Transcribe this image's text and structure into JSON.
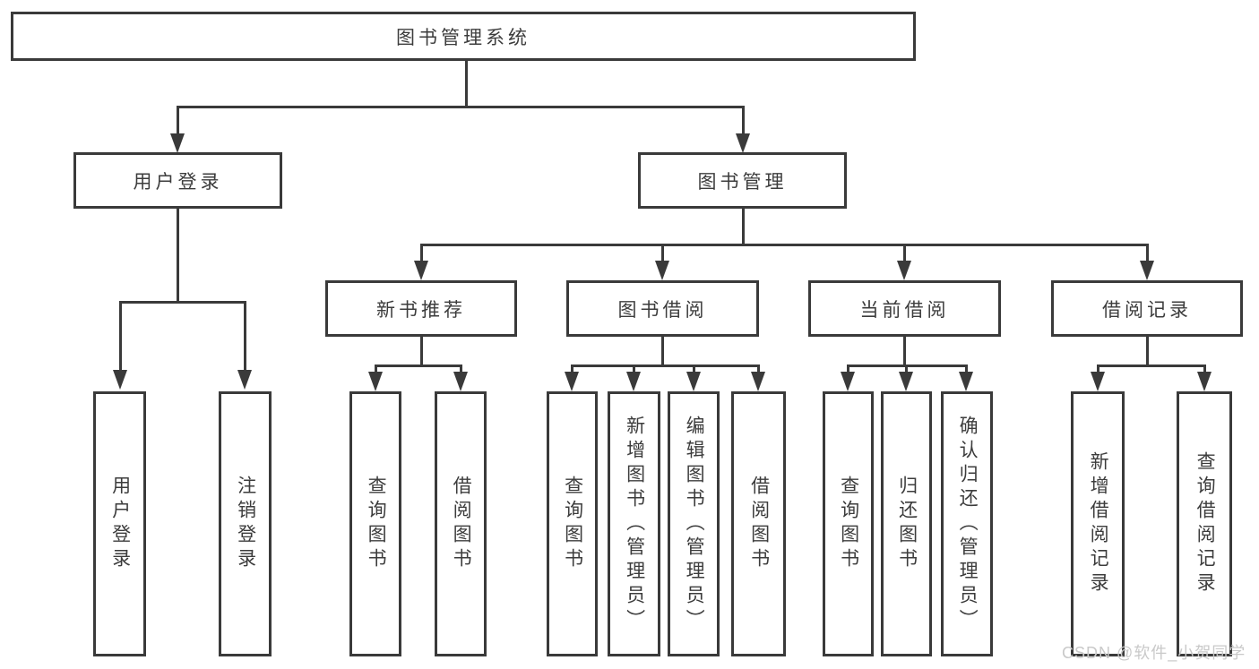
{
  "diagram": {
    "type": "tree",
    "tree": {
      "label": "图书管理系统",
      "children": [
        {
          "label": "用户登录",
          "children": [
            {
              "label": "用户登录"
            },
            {
              "label": "注销登录"
            }
          ]
        },
        {
          "label": "图书管理",
          "children": [
            {
              "label": "新书推荐",
              "children": [
                {
                  "label": "查询图书"
                },
                {
                  "label": "借阅图书"
                }
              ]
            },
            {
              "label": "图书借阅",
              "children": [
                {
                  "label": "查询图书"
                },
                {
                  "label": "新增图书（管理员）"
                },
                {
                  "label": "编辑图书（管理员）"
                },
                {
                  "label": "借阅图书"
                }
              ]
            },
            {
              "label": "当前借阅",
              "children": [
                {
                  "label": "查询图书"
                },
                {
                  "label": "归还图书"
                },
                {
                  "label": "确认归还（管理员）"
                }
              ]
            },
            {
              "label": "借阅记录",
              "children": [
                {
                  "label": "新增借阅记录"
                },
                {
                  "label": "查询借阅记录"
                }
              ]
            }
          ]
        }
      ]
    },
    "colors": {
      "line": "#3a3a3a",
      "text": "#3c3c3c",
      "background": "#ffffff",
      "watermark": "#c9c9c9"
    }
  },
  "watermark": {
    "text": "CSDN @软件_小贺同学"
  }
}
